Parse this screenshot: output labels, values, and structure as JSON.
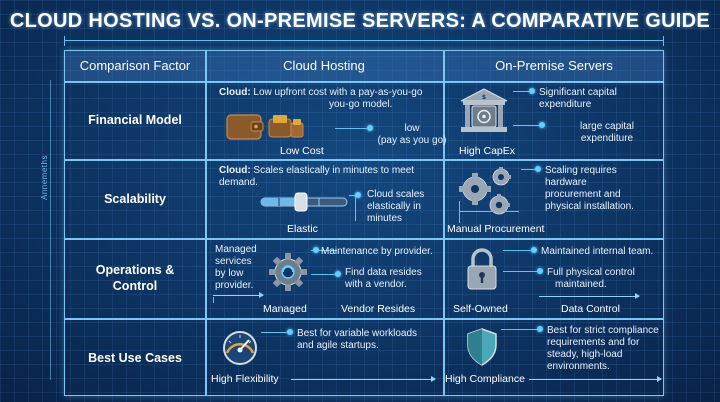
{
  "title": "CLOUD HOSTING VS. ON-PREMISE SERVERS: A COMPARATIVE GUIDE",
  "side_label": "Annemeths",
  "headers": {
    "factor": "Comparison Factor",
    "cloud": "Cloud Hosting",
    "onprem": "On-Premise Servers"
  },
  "rows": {
    "financial": {
      "label": "Financial Model",
      "cloud_prefix": "Cloud:",
      "cloud_text_1": " Low upfront cost with a pay-as-you-go",
      "cloud_text_2": "you-go model.",
      "cloud_note_1": "low",
      "cloud_note_2": "(pay as you go)",
      "cloud_caption": "Low Cost",
      "onprem_note_a_1": "Significant capital",
      "onprem_note_a_2": "expenditure",
      "onprem_note_b_1": "large capital",
      "onprem_note_b_2": "expenditure",
      "onprem_caption": "High CapEx"
    },
    "scalability": {
      "label": "Scalability",
      "cloud_prefix": "Cloud:",
      "cloud_text_1": " Scales elastically in minutes to meet",
      "cloud_text_2": "demand.",
      "cloud_note_1": "Cloud scales",
      "cloud_note_2": "elastically in",
      "cloud_note_3": "minutes",
      "cloud_caption": "Elastic",
      "onprem_note_1": "Scaling requires",
      "onprem_note_2": "hardware",
      "onprem_note_3": "procurement and",
      "onprem_note_4": "physical installation.",
      "onprem_caption": "Manual Procurement"
    },
    "operations": {
      "label_1": "Operations &",
      "label_2": "Control",
      "cloud_left_1": "Managed",
      "cloud_left_2": "services",
      "cloud_left_3": "by low",
      "cloud_left_4": "provider.",
      "cloud_note_a": "Maintenance by provider.",
      "cloud_note_b_1": "Find data resides",
      "cloud_note_b_2": "with a vendor.",
      "cloud_caption_a": "Managed",
      "cloud_caption_b": "Vendor Resides",
      "onprem_note_a": "Maintained internal team.",
      "onprem_note_b_1": "Full physical control",
      "onprem_note_b_2": "maintained.",
      "onprem_caption_a": "Self-Owned",
      "onprem_caption_b": "Data Control"
    },
    "usecases": {
      "label": "Best Use Cases",
      "cloud_note_1": "Best for variable workloads",
      "cloud_note_2": "and agile startups.",
      "cloud_caption": "High Flexibility",
      "onprem_note_1": "Best for strict compliance",
      "onprem_note_2": "requirements and for",
      "onprem_note_3": "steady, high-load",
      "onprem_note_4": "environments.",
      "onprem_caption": "High Compliance"
    }
  },
  "colors": {
    "background": "#0d3566",
    "line": "#7cc6f2",
    "accent": "#5fd0ff",
    "icon_gray": "#9aa6b4",
    "wallet_brown": "#8b5a2b",
    "card_gold": "#e0a83a",
    "shield_teal": "#4aa8b8"
  },
  "icons": {
    "financial_cloud": "wallet-icon",
    "financial_onprem": "bank-safe-icon",
    "scalability_cloud": "slider-icon",
    "scalability_onprem": "gears-icon",
    "operations_cloud": "gear-icon",
    "operations_onprem": "padlock-icon",
    "usecases_cloud": "speedometer-icon",
    "usecases_onprem": "shield-icon"
  }
}
